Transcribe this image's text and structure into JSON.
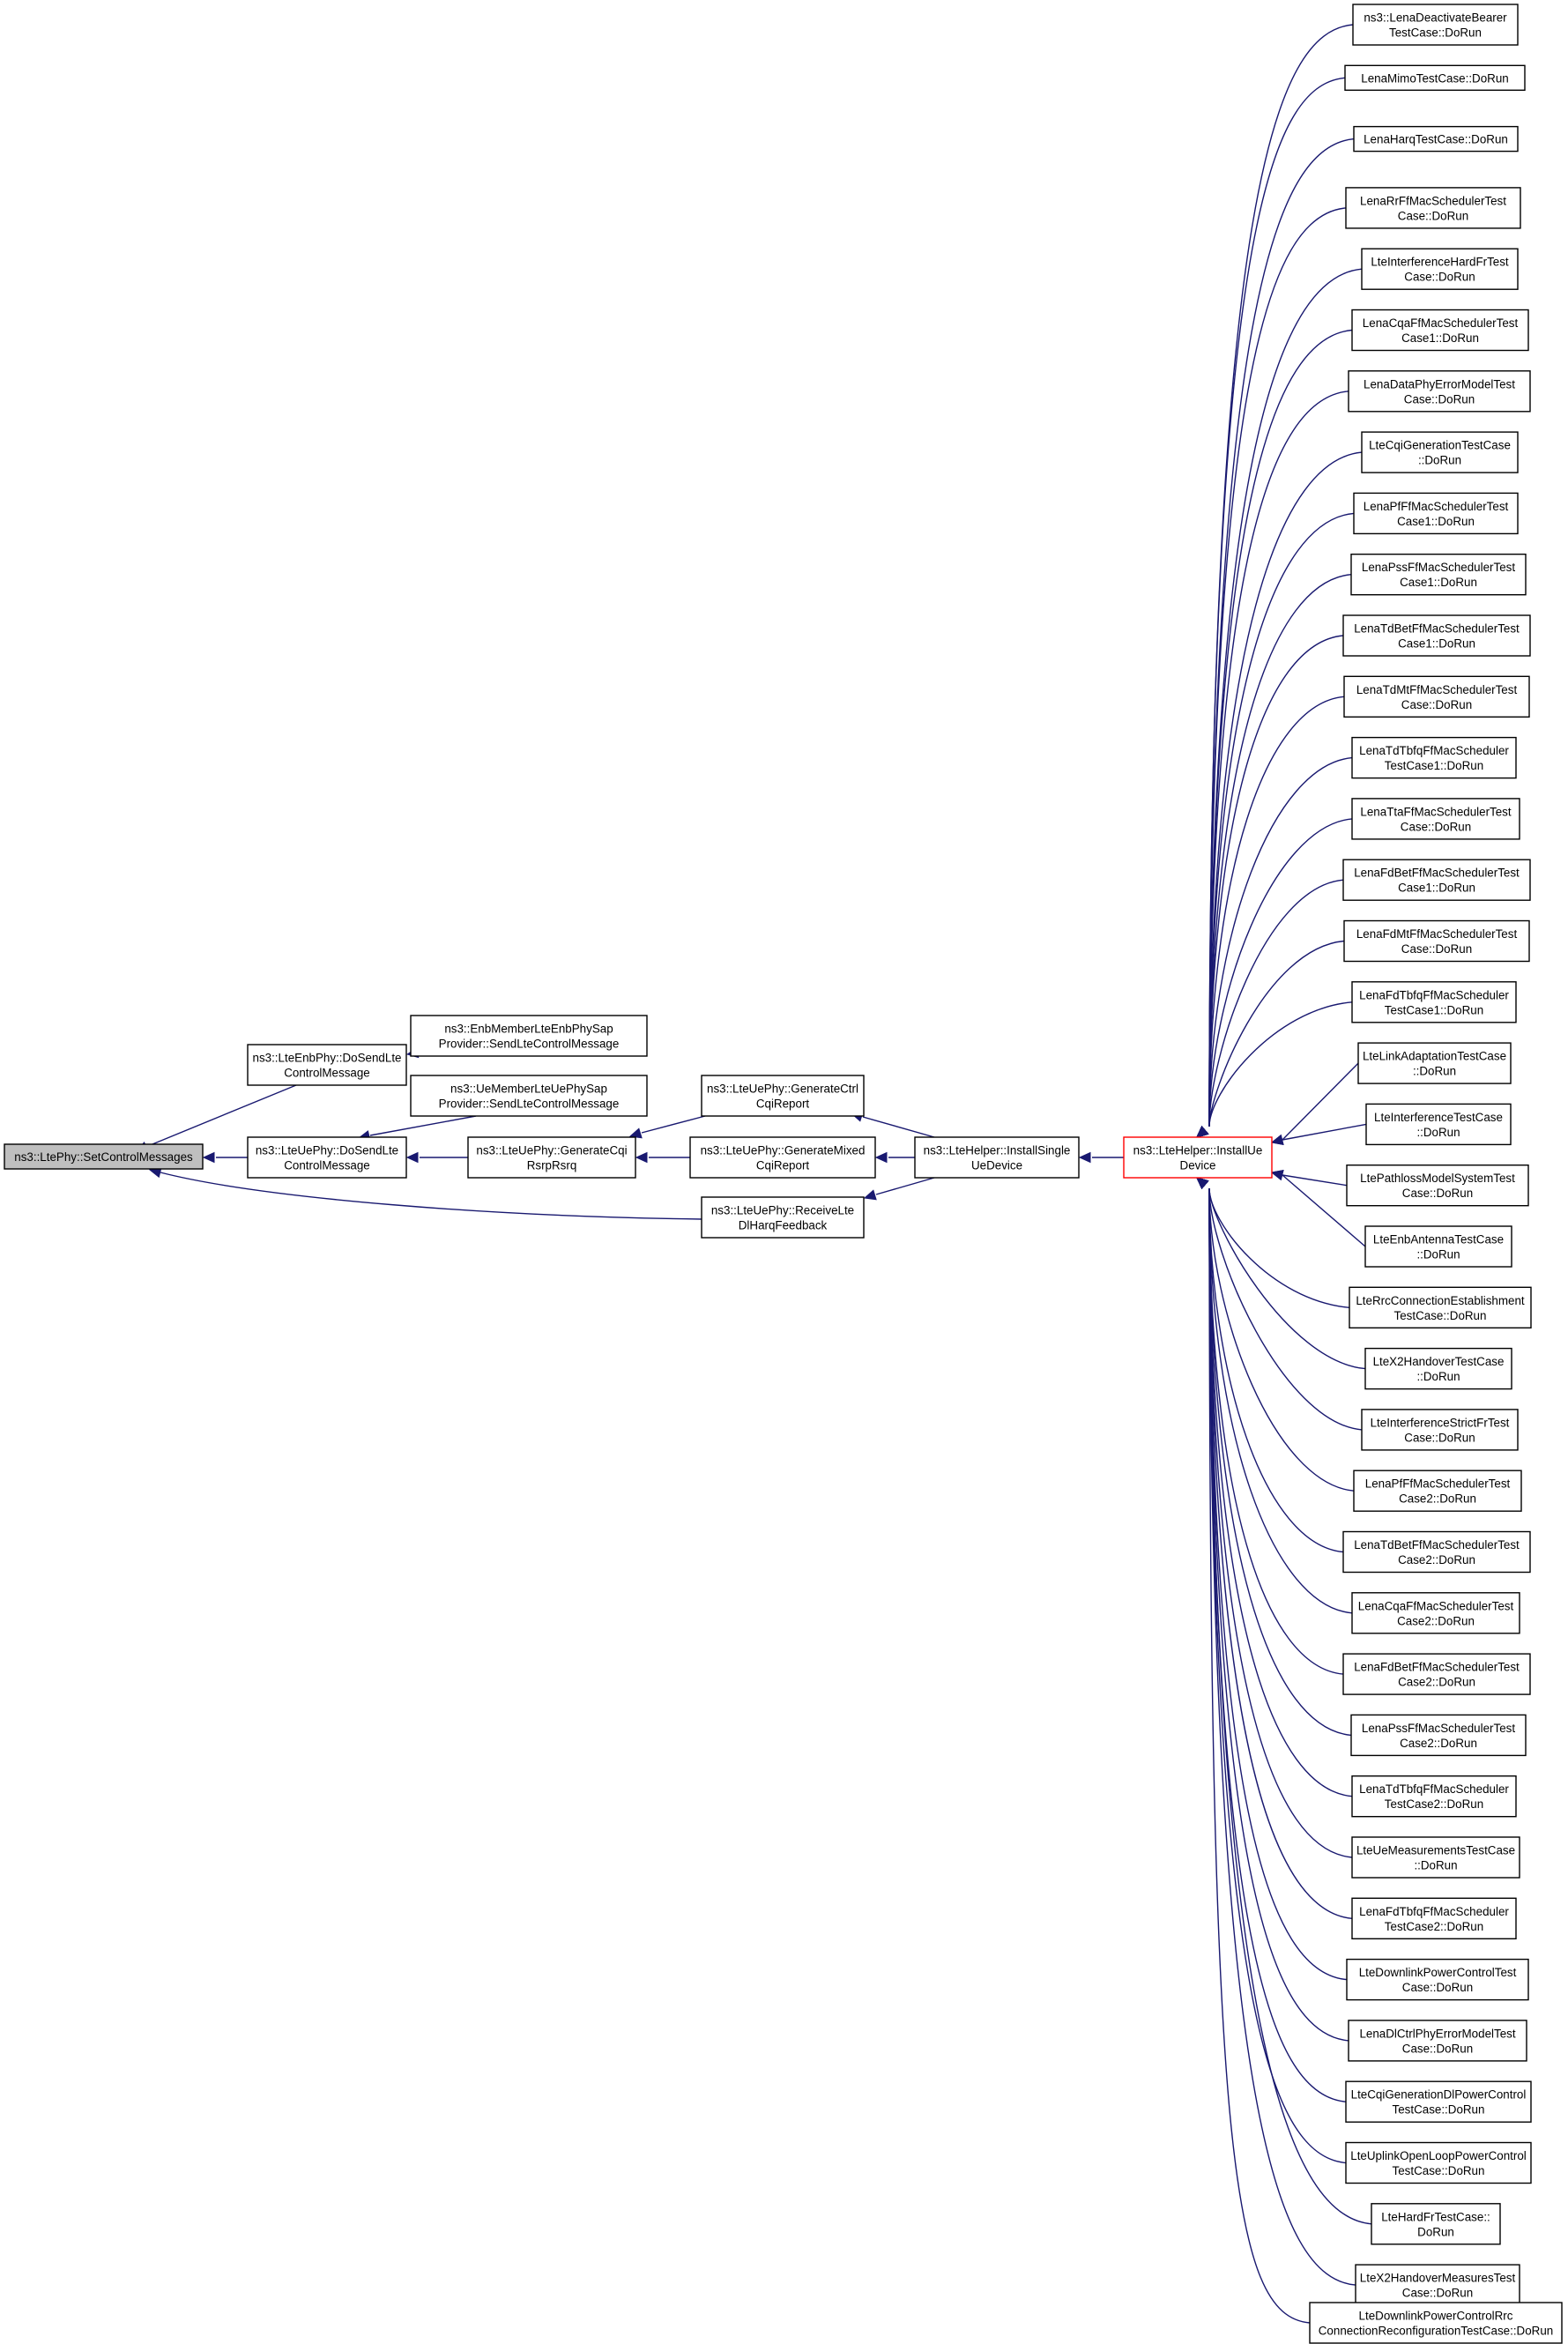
{
  "graph": {
    "kind": "doxygen-caller-graph",
    "edge_color": "#191970",
    "focus_border_color": "#ff0000",
    "root_fill_color": "#bfbfbf",
    "nodes": [
      {
        "id": "setctrl",
        "lines": [
          "ns3::LtePhy::SetControlMessages"
        ]
      },
      {
        "id": "enb_dosend",
        "lines": [
          "ns3::LteEnbPhy::DoSendLte",
          "ControlMessage"
        ]
      },
      {
        "id": "ue_dosend",
        "lines": [
          "ns3::LteUePhy::DoSendLte",
          "ControlMessage"
        ]
      },
      {
        "id": "enbmember",
        "lines": [
          "ns3::EnbMemberLteEnbPhySap",
          "Provider::SendLteControlMessage"
        ]
      },
      {
        "id": "uemember",
        "lines": [
          "ns3::UeMemberLteUePhySap",
          "Provider::SendLteControlMessage"
        ]
      },
      {
        "id": "gencqirsrp",
        "lines": [
          "ns3::LteUePhy::GenerateCqi",
          "RsrpRsrq"
        ]
      },
      {
        "id": "genctrl",
        "lines": [
          "ns3::LteUePhy::GenerateCtrl",
          "CqiReport"
        ]
      },
      {
        "id": "genmixed",
        "lines": [
          "ns3::LteUePhy::GenerateMixed",
          "CqiReport"
        ]
      },
      {
        "id": "recvharq",
        "lines": [
          "ns3::LteUePhy::ReceiveLte",
          "DlHarqFeedback"
        ]
      },
      {
        "id": "installsingle",
        "lines": [
          "ns3::LteHelper::InstallSingle",
          "UeDevice"
        ]
      },
      {
        "id": "installue",
        "lines": [
          "ns3::LteHelper::InstallUe",
          "Device"
        ]
      },
      {
        "id": "t1",
        "lines": [
          "ns3::LenaDeactivateBearer",
          "TestCase::DoRun"
        ]
      },
      {
        "id": "t2",
        "lines": [
          "LenaMimoTestCase::DoRun"
        ]
      },
      {
        "id": "t3",
        "lines": [
          "LenaHarqTestCase::DoRun"
        ]
      },
      {
        "id": "t4",
        "lines": [
          "LenaRrFfMacSchedulerTest",
          "Case::DoRun"
        ]
      },
      {
        "id": "t5",
        "lines": [
          "LteInterferenceHardFrTest",
          "Case::DoRun"
        ]
      },
      {
        "id": "t6",
        "lines": [
          "LenaCqaFfMacSchedulerTest",
          "Case1::DoRun"
        ]
      },
      {
        "id": "t7",
        "lines": [
          "LenaDataPhyErrorModelTest",
          "Case::DoRun"
        ]
      },
      {
        "id": "t8",
        "lines": [
          "LteCqiGenerationTestCase",
          "::DoRun"
        ]
      },
      {
        "id": "t9",
        "lines": [
          "LenaPfFfMacSchedulerTest",
          "Case1::DoRun"
        ]
      },
      {
        "id": "t10",
        "lines": [
          "LenaPssFfMacSchedulerTest",
          "Case1::DoRun"
        ]
      },
      {
        "id": "t11",
        "lines": [
          "LenaTdBetFfMacSchedulerTest",
          "Case1::DoRun"
        ]
      },
      {
        "id": "t12",
        "lines": [
          "LenaTdMtFfMacSchedulerTest",
          "Case::DoRun"
        ]
      },
      {
        "id": "t13",
        "lines": [
          "LenaTdTbfqFfMacScheduler",
          "TestCase1::DoRun"
        ]
      },
      {
        "id": "t14",
        "lines": [
          "LenaTtaFfMacSchedulerTest",
          "Case::DoRun"
        ]
      },
      {
        "id": "t15",
        "lines": [
          "LenaFdBetFfMacSchedulerTest",
          "Case1::DoRun"
        ]
      },
      {
        "id": "t16",
        "lines": [
          "LenaFdMtFfMacSchedulerTest",
          "Case::DoRun"
        ]
      },
      {
        "id": "t17",
        "lines": [
          "LenaFdTbfqFfMacScheduler",
          "TestCase1::DoRun"
        ]
      },
      {
        "id": "t18",
        "lines": [
          "LteLinkAdaptationTestCase",
          "::DoRun"
        ]
      },
      {
        "id": "t19",
        "lines": [
          "LteInterferenceTestCase",
          "::DoRun"
        ]
      },
      {
        "id": "t20",
        "lines": [
          "LtePathlossModelSystemTest",
          "Case::DoRun"
        ]
      },
      {
        "id": "t21",
        "lines": [
          "LteEnbAntennaTestCase",
          "::DoRun"
        ]
      },
      {
        "id": "t22",
        "lines": [
          "LteRrcConnectionEstablishment",
          "TestCase::DoRun"
        ]
      },
      {
        "id": "t23",
        "lines": [
          "LteX2HandoverTestCase",
          "::DoRun"
        ]
      },
      {
        "id": "t24",
        "lines": [
          "LteInterferenceStrictFrTest",
          "Case::DoRun"
        ]
      },
      {
        "id": "t25",
        "lines": [
          "LenaPfFfMacSchedulerTest",
          "Case2::DoRun"
        ]
      },
      {
        "id": "t26",
        "lines": [
          "LenaTdBetFfMacSchedulerTest",
          "Case2::DoRun"
        ]
      },
      {
        "id": "t27",
        "lines": [
          "LenaCqaFfMacSchedulerTest",
          "Case2::DoRun"
        ]
      },
      {
        "id": "t28",
        "lines": [
          "LenaFdBetFfMacSchedulerTest",
          "Case2::DoRun"
        ]
      },
      {
        "id": "t29",
        "lines": [
          "LenaPssFfMacSchedulerTest",
          "Case2::DoRun"
        ]
      },
      {
        "id": "t30",
        "lines": [
          "LenaTdTbfqFfMacScheduler",
          "TestCase2::DoRun"
        ]
      },
      {
        "id": "t31",
        "lines": [
          "LteUeMeasurementsTestCase",
          "::DoRun"
        ]
      },
      {
        "id": "t32",
        "lines": [
          "LenaFdTbfqFfMacScheduler",
          "TestCase2::DoRun"
        ]
      },
      {
        "id": "t33",
        "lines": [
          "LteDownlinkPowerControlTest",
          "Case::DoRun"
        ]
      },
      {
        "id": "t34",
        "lines": [
          "LenaDlCtrlPhyErrorModelTest",
          "Case::DoRun"
        ]
      },
      {
        "id": "t35",
        "lines": [
          "LteCqiGenerationDlPowerControl",
          "TestCase::DoRun"
        ]
      },
      {
        "id": "t36",
        "lines": [
          "LteUplinkOpenLoopPowerControl",
          "TestCase::DoRun"
        ]
      },
      {
        "id": "t37",
        "lines": [
          "LteHardFrTestCase::",
          "DoRun"
        ]
      },
      {
        "id": "t38",
        "lines": [
          "LteX2HandoverMeasuresTest",
          "Case::DoRun"
        ]
      },
      {
        "id": "t39",
        "lines": [
          "LteDownlinkPowerControlRrc",
          "ConnectionReconfigurationTestCase::DoRun"
        ]
      }
    ]
  }
}
